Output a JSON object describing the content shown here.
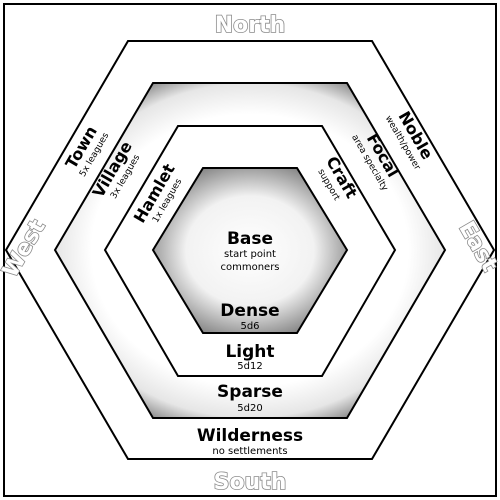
{
  "compass": {
    "north": "North",
    "south": "South",
    "east": "East",
    "west": "West"
  },
  "rings": {
    "base": {
      "label": "Base",
      "lines": [
        "start point",
        "commoners"
      ]
    },
    "dense": {
      "label": "Dense",
      "dice": "5d6"
    },
    "light": {
      "label": "Light",
      "dice": "5d12"
    },
    "sparse": {
      "label": "Sparse",
      "dice": "5d20"
    },
    "wilderness": {
      "label": "Wilderness",
      "note": "no settlements"
    }
  },
  "settlements": {
    "hamlet": {
      "label": "Hamlet",
      "distance": "1x leagues"
    },
    "village": {
      "label": "Village",
      "distance": "3x leagues"
    },
    "town": {
      "label": "Town",
      "distance": "5x leagues"
    },
    "craft": {
      "label": "Craft",
      "role": "support"
    },
    "focal": {
      "label": "Focal",
      "role": "area specialty"
    },
    "noble": {
      "label": "Noble",
      "role": "wealth/power"
    }
  },
  "colors": {
    "stroke": "#000000",
    "paper": "#ffffff",
    "shade": "#7a7a7a",
    "compass_outline": "#8a8a8a"
  }
}
